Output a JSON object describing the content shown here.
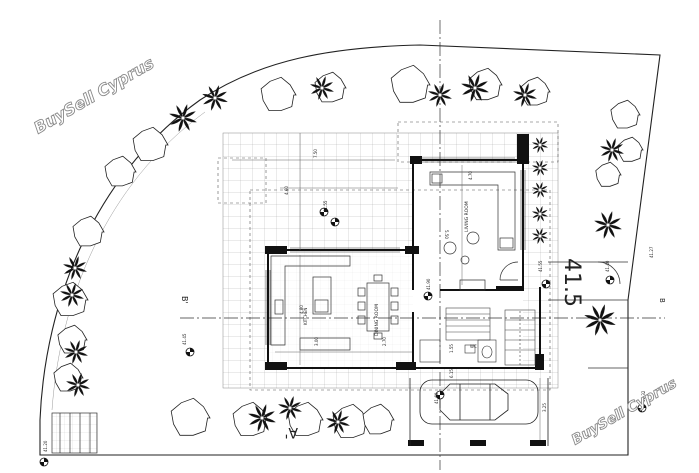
{
  "watermark": {
    "text": "BuySell Cyprus"
  },
  "rooms": {
    "living": "LIVING ROOM",
    "dining": "DINING ROOM",
    "kitchen": "KITCHEN",
    "wc": "WC"
  },
  "plot_code": "41.5",
  "section_marks": {
    "b_left": "B'",
    "b_right": "B",
    "a": "A'"
  },
  "dimensions": {
    "d_750": "7.50",
    "d_460": "4.60",
    "d_470": "4.70",
    "d_550": "5.50",
    "d_480": "4.80",
    "d_300": "3.00",
    "d_270": "2.70",
    "d_155": "1.55",
    "d_615": "6.15",
    "d_325": "3.25"
  },
  "levels": {
    "l_4155_top": "41.55",
    "l_4190": "41.90",
    "l_4155_right": "41.55",
    "l_4145": "41.45",
    "l_4127": "41.27",
    "l_4140": "41.40",
    "l_4132": "41.32",
    "l_4160": "41.60",
    "l_4120": "41.20"
  },
  "icons": [
    "tree-icon",
    "palm-icon",
    "car-icon",
    "level-marker-icon"
  ]
}
